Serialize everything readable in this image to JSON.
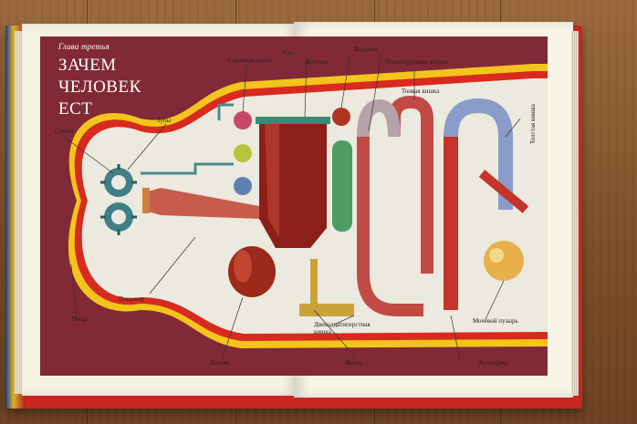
{
  "chapter": {
    "heading": "Глава третья",
    "title_lines": [
      "ЗАЧЕМ",
      "ЧЕЛОВЕК",
      "ЕСТ"
    ]
  },
  "labels": {
    "saliva": "Слюна",
    "teeth": "Зубы",
    "salivary_glands": "Слюнные желез",
    "stomach_top": "Сто",
    "stomach": "Желудок",
    "insulin": "Инсулин",
    "pancreas": "Поджелудочная железа",
    "thin_intestine": "Тонкая кишка",
    "thick_intestine": "Толстая кишка",
    "esophagus": "Пищевод",
    "food": "Пища",
    "liver": "Печень",
    "duodenum": "Двенадцатиперстная кишка",
    "bile": "Желчь",
    "bladder": "Мочевой пузырь",
    "appendix": "Аппендикс"
  },
  "colors": {
    "cover": "#c8261e",
    "panel": "#8b2d3a",
    "figure": "#ece9df",
    "outline_red": "#d82a1e",
    "outline_yellow": "#f2c41c"
  }
}
